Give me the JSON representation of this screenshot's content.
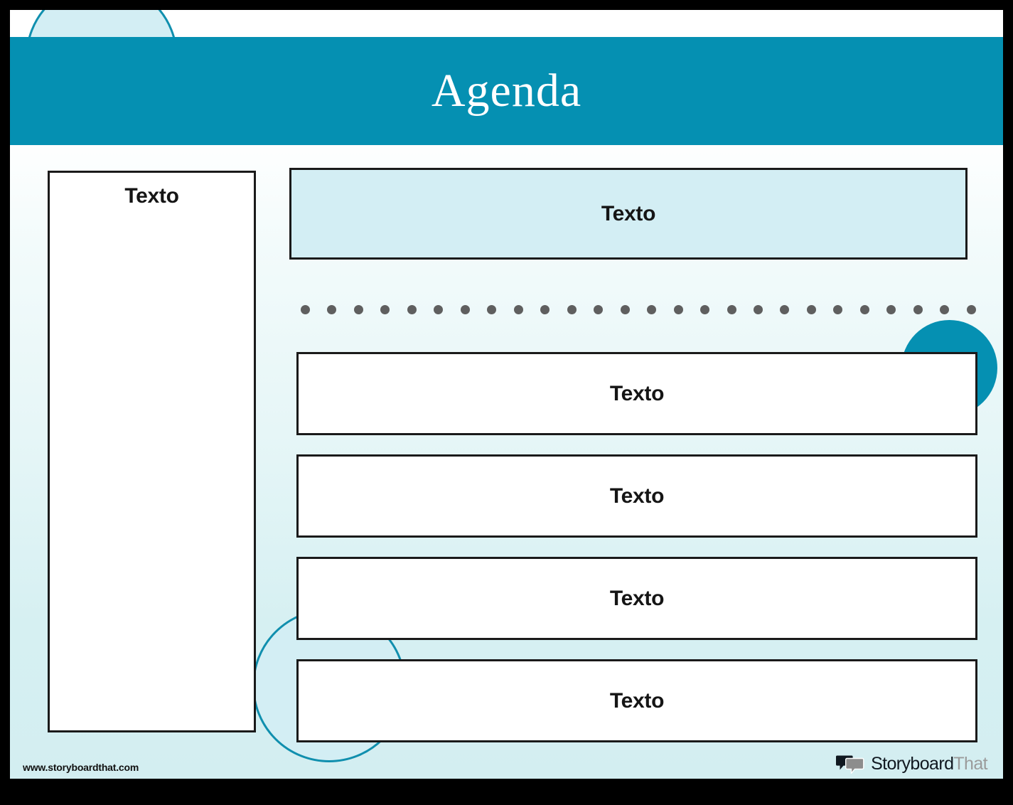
{
  "slide": {
    "title": "Agenda",
    "theme": {
      "header_bg": "#0590b2",
      "header_text": "#ffffff",
      "accent_circle": "#0590b2",
      "soft_circle_fill": "#d3eef4",
      "soft_circle_stroke": "#108fae",
      "highlight_box_bg": "#d3eef4",
      "box_border": "#1a1a1a",
      "box_bg": "#ffffff",
      "dot_color": "#5f5f5f",
      "background_top": "#ffffff",
      "background_bottom": "#d3eef1"
    }
  },
  "sidebar": {
    "label": "Texto"
  },
  "panels": [
    {
      "label": "Texto",
      "style": "highlight"
    },
    {
      "label": "Texto",
      "style": "plain"
    },
    {
      "label": "Texto",
      "style": "plain"
    },
    {
      "label": "Texto",
      "style": "plain"
    },
    {
      "label": "Texto",
      "style": "plain"
    }
  ],
  "divider": {
    "dot_count": 26
  },
  "footer": {
    "url": "www.storyboardthat.com",
    "brand_primary": "Storyboard",
    "brand_secondary": "That"
  }
}
